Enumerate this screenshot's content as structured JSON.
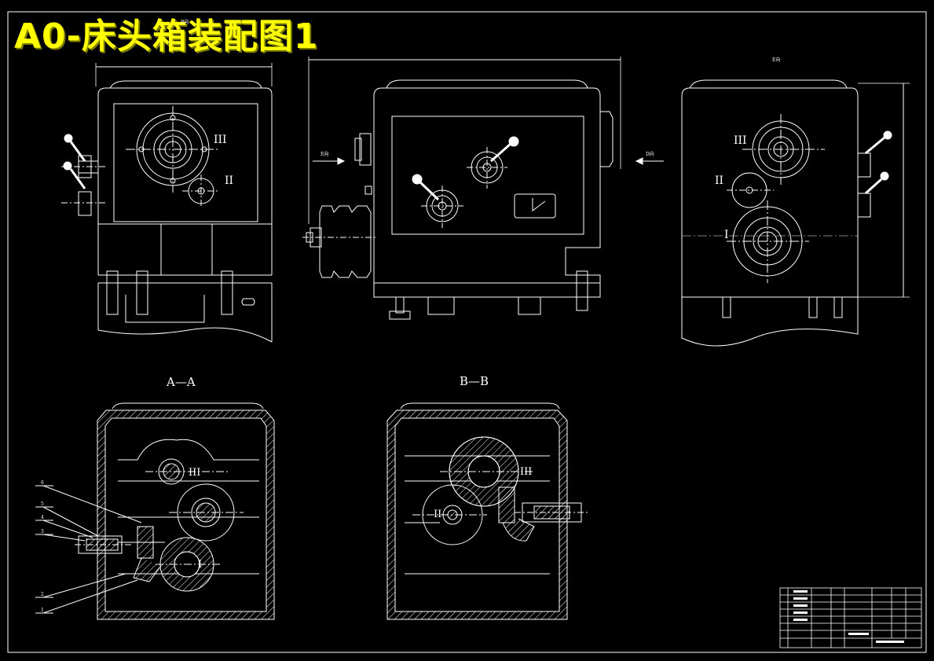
{
  "title": "A0-床头箱装配图1",
  "colors": {
    "background": "#000000",
    "line": "#ffffff",
    "title": "#ffff00"
  },
  "views": {
    "front": {
      "shaft_labels": [
        "III",
        "II"
      ],
      "dim_label": "B向"
    },
    "middle": {
      "left_arrow_label": "E向",
      "right_arrow_label": "D向"
    },
    "right": {
      "shaft_labels": [
        "III",
        "II",
        "I"
      ],
      "dim_label": "E向"
    }
  },
  "sections": {
    "aa": {
      "title": "A—A",
      "shaft_labels": [
        "III",
        "I"
      ],
      "leaders": [
        "6",
        "5",
        "4",
        "3",
        "2",
        "1"
      ]
    },
    "bb": {
      "title": "B—B",
      "shaft_labels": [
        "III",
        "II"
      ]
    }
  }
}
